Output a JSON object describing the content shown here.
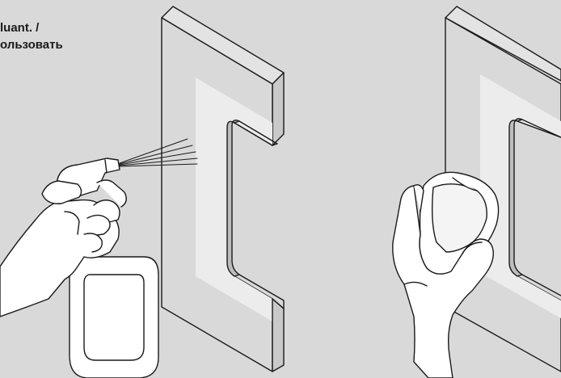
{
  "caption": {
    "line1": "luant. /",
    "line2": "ользовать"
  },
  "colors": {
    "background": "#d9d9d9",
    "line": "#1a1a1a",
    "panel_face": "#d9d9d9",
    "panel_highlight": "#ececec",
    "skin": "#ffffff"
  },
  "illustrations": [
    {
      "name": "spray-step",
      "icon": "spray-bottle-icon"
    },
    {
      "name": "wipe-step",
      "icon": "cleaning-cloth-icon"
    }
  ]
}
